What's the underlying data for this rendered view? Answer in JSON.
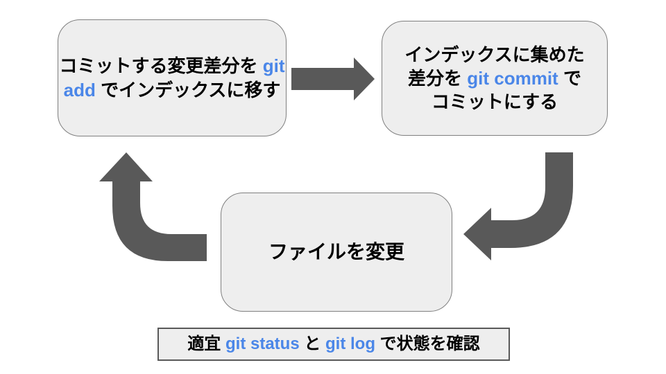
{
  "colors": {
    "background": "#ffffff",
    "box_fill": "#eeeeee",
    "box_border": "#7f7f7f",
    "note_border": "#595959",
    "arrow": "#595959",
    "text": "#000000",
    "accent": "#4a86e8"
  },
  "diagram": {
    "nodes": {
      "git_add": {
        "lines": [
          [
            {
              "t": "コミットする変更差分を ",
              "accent": false
            },
            {
              "t": "git",
              "accent": true
            }
          ],
          [
            {
              "t": "add",
              "accent": true
            },
            {
              "t": " でインデックスに移す",
              "accent": false
            }
          ]
        ]
      },
      "git_commit": {
        "lines": [
          [
            {
              "t": "インデックスに集めた",
              "accent": false
            }
          ],
          [
            {
              "t": "差分を ",
              "accent": false
            },
            {
              "t": "git commit",
              "accent": true
            },
            {
              "t": " で",
              "accent": false
            }
          ],
          [
            {
              "t": "コミットにする",
              "accent": false
            }
          ]
        ]
      },
      "edit_files": {
        "lines": [
          [
            {
              "t": "ファイルを変更",
              "accent": false
            }
          ]
        ]
      },
      "status_note": {
        "lines": [
          [
            {
              "t": "適宜 ",
              "accent": false
            },
            {
              "t": "git status",
              "accent": true
            },
            {
              "t": " と ",
              "accent": false
            },
            {
              "t": "git log",
              "accent": true
            },
            {
              "t": " で状態を確認",
              "accent": false
            }
          ]
        ]
      }
    },
    "icons": {
      "arrow_add_to_commit": "right-block-arrow",
      "arrow_commit_to_edit": "elbow-down-left-block-arrow",
      "arrow_edit_to_add": "elbow-left-up-block-arrow"
    }
  }
}
